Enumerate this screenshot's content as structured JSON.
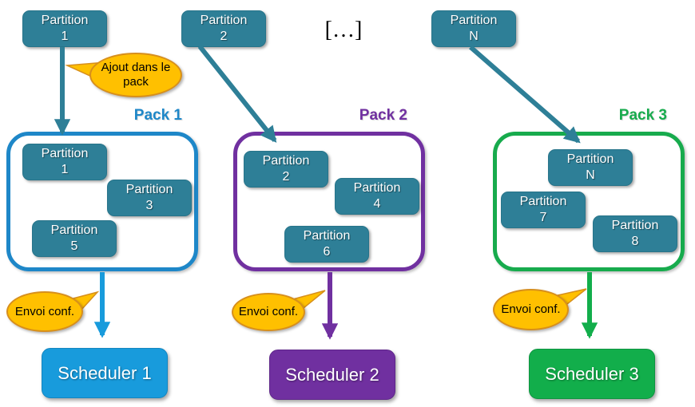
{
  "colors": {
    "partition_fill": "#2E7F97",
    "partition_border": "#27748A",
    "arrow_teal": "#2E7F97",
    "pack1_accent": "#1E87C8",
    "pack2_accent": "#7030A0",
    "pack3_accent": "#17AB4D",
    "scheduler1_fill": "#189BDC",
    "scheduler2_fill": "#7030A0",
    "scheduler3_fill": "#12AE4B",
    "callout_fill": "#FFC000",
    "callout_border": "#D78F1C"
  },
  "top_row": {
    "partitions": [
      {
        "label": "Partition\n1"
      },
      {
        "label": "Partition\n2"
      },
      {
        "label": "Partition\nN"
      }
    ],
    "ellipsis": "[…]"
  },
  "callouts": {
    "ajout_pack": "Ajout dans le\npack",
    "envoi_conf": [
      "Envoi conf.",
      "Envoi conf.",
      "Envoi conf."
    ]
  },
  "packs": [
    {
      "title": "Pack 1",
      "partitions": [
        "Partition\n1",
        "Partition\n3",
        "Partition\n5"
      ]
    },
    {
      "title": "Pack 2",
      "partitions": [
        "Partition\n2",
        "Partition\n4",
        "Partition\n6"
      ]
    },
    {
      "title": "Pack 3",
      "partitions": [
        "Partition\nN",
        "Partition\n7",
        "Partition\n8"
      ]
    }
  ],
  "schedulers": [
    {
      "label": "Scheduler 1"
    },
    {
      "label": "Scheduler 2"
    },
    {
      "label": "Scheduler 3"
    }
  ]
}
